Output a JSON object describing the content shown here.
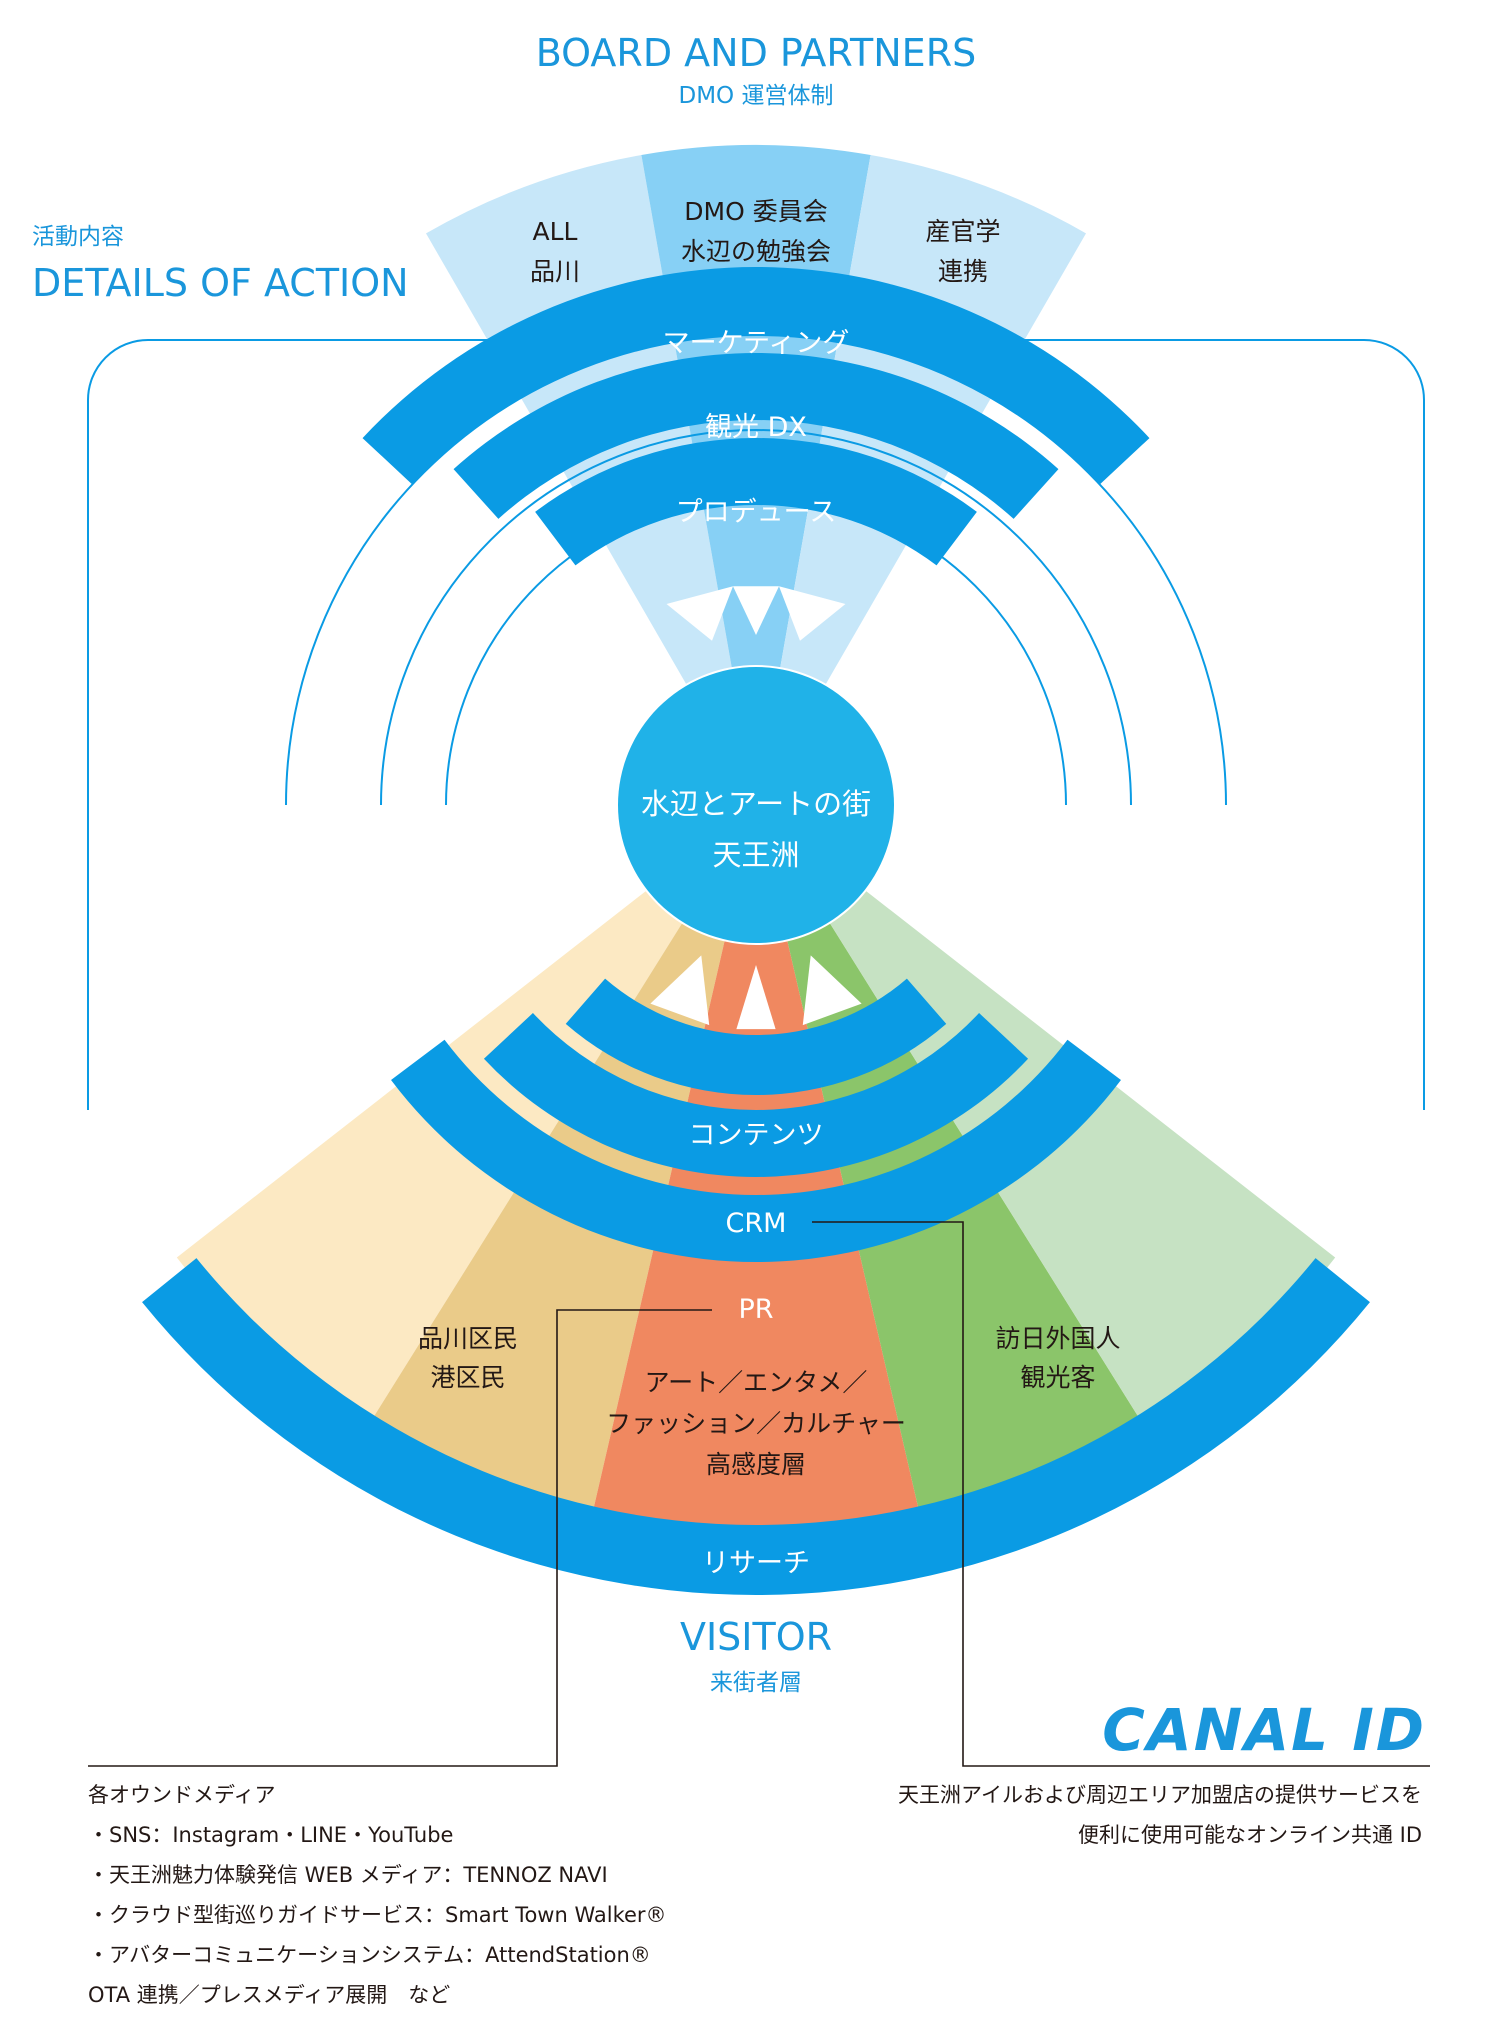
{
  "header": {
    "title": "BOARD AND PARTNERS",
    "subtitle": "DMO 運営体制"
  },
  "actions": {
    "jp": "活動内容",
    "en": "DETAILS OF ACTION"
  },
  "partners": [
    {
      "line1": "ALL",
      "line2": "品川"
    },
    {
      "line1": "DMO 委員会",
      "line2": "水辺の勉強会"
    },
    {
      "line1": "産官学",
      "line2": "連携"
    }
  ],
  "top_rings": [
    {
      "label": "マーケティング"
    },
    {
      "label": "観光 DX"
    },
    {
      "label": "プロデュース"
    }
  ],
  "center": {
    "line1": "水辺とアートの街",
    "line2": "天王洲"
  },
  "bottom_rings": [
    {
      "label": "コンテンツ"
    },
    {
      "label": "CRM"
    },
    {
      "label": "PR"
    },
    {
      "label": "リサーチ"
    }
  ],
  "segments": {
    "left": {
      "line1": "品川区民",
      "line2": "港区民"
    },
    "middle": {
      "line1": "アート／エンタメ／",
      "line2": "ファッション／カルチャー",
      "line3": "高感度層"
    },
    "right": {
      "line1": "訪日外国人",
      "line2": "観光客"
    }
  },
  "visitor": {
    "title": "VISITOR",
    "subtitle": "来街者層"
  },
  "logo": {
    "text": "CANAL ID"
  },
  "left_note": {
    "lines": [
      "各オウンドメディア",
      "・SNS：Instagram・LINE・YouTube",
      "・天王洲魅力体験発信 WEB メディア：TENNOZ NAVI",
      "・クラウド型街巡りガイドサービス：Smart Town Walker®",
      "・アバターコミュニケーションシステム：AttendStation®",
      "OTA 連携／プレスメディア展開　など"
    ]
  },
  "right_note": {
    "lines": [
      "天王洲アイルおよび周辺エリア加盟店の提供サービスを",
      "便利に使用可能なオンライン共通 ID"
    ]
  },
  "colors": {
    "blue": "#0A9BE4",
    "text_blue": "#1A96DB",
    "center": "#20B2E8",
    "light_blue_1": "#C7E7F9",
    "light_blue_2": "#87D0F5",
    "tan_light": "#FCE9C3",
    "tan": "#EACB89",
    "orange": "#F08860",
    "green": "#8BC56A",
    "green_light": "#C6E2C3",
    "text_dark": "#231815"
  }
}
